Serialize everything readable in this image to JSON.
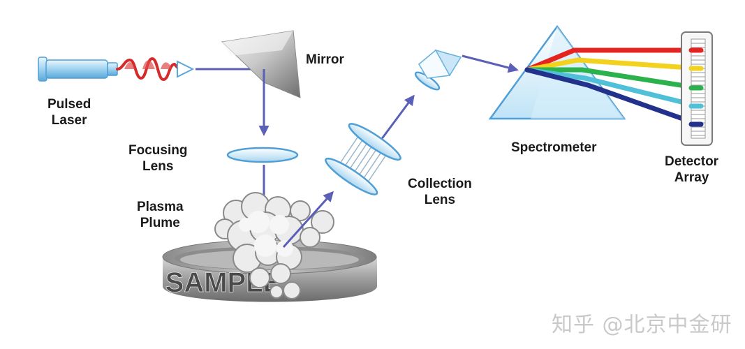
{
  "labels": {
    "pulsed_laser": [
      "Pulsed",
      "Laser"
    ],
    "mirror": "Mirror",
    "focusing_lens": [
      "Focusing",
      "Lens"
    ],
    "plasma_plume": [
      "Plasma",
      "Plume"
    ],
    "collection_lens": [
      "Collection",
      "Lens"
    ],
    "spectrometer": "Spectrometer",
    "detector_array": [
      "Detector",
      "Array"
    ],
    "sample": "SAMPLE"
  },
  "watermark": "知乎 @北京中金研",
  "colors": {
    "arrow": "#5a5fb8",
    "laser_wave": "#d42a2a",
    "lens_edge": "#4f9fd6",
    "lens_fill": "#d8eefb",
    "spectrum": [
      "#e52420",
      "#f2d21e",
      "#2bb24c",
      "#4fc0d8",
      "#22328c"
    ]
  },
  "icons": [
    "laser-emitter-icon",
    "mirror-icon",
    "lens-icon",
    "prism-icon",
    "detector-array-icon",
    "plasma-cloud-icon",
    "sample-dish-icon"
  ]
}
